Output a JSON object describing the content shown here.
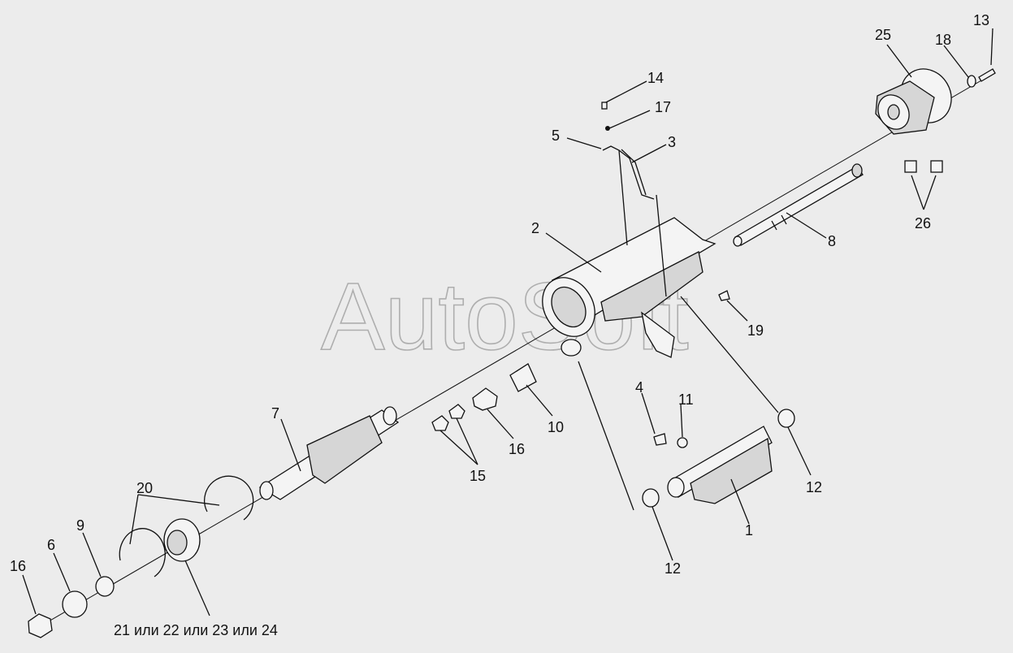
{
  "watermark": "AutoSoft",
  "callouts": {
    "c1": "1",
    "c2": "2",
    "c3": "3",
    "c4": "4",
    "c5": "5",
    "c6": "6",
    "c7": "7",
    "c8": "8",
    "c9": "9",
    "c10": "10",
    "c11": "11",
    "c12a": "12",
    "c12b": "12",
    "c13": "13",
    "c14": "14",
    "c15": "15",
    "c16a": "16",
    "c16b": "16",
    "c17": "17",
    "c18": "18",
    "c19": "19",
    "c20": "20",
    "c25": "25",
    "c26": "26",
    "c21": "21 или 22 или 23 или 24"
  }
}
